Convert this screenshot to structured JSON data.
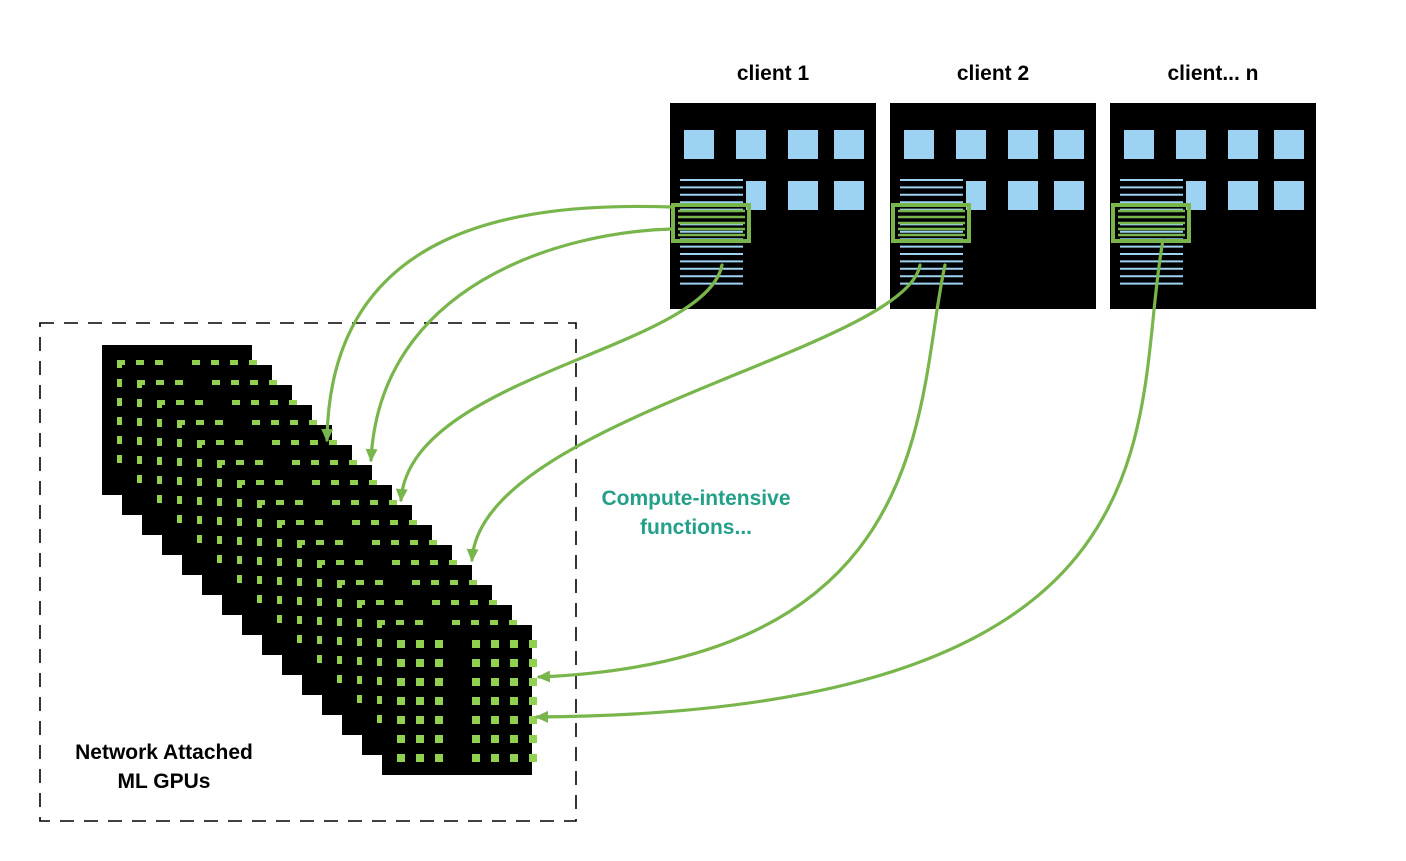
{
  "clients": [
    {
      "label": "client 1"
    },
    {
      "label": "client 2"
    },
    {
      "label": "client... n"
    }
  ],
  "annotation": "Compute-intensive functions...",
  "gpu_group": {
    "caption_line1": "Network Attached",
    "caption_line2": "ML GPUs"
  },
  "colors": {
    "arrow": "#78b64b",
    "tile": "#9dd3f2",
    "gpu_dot": "#92d050",
    "annotation_text": "#23a08a",
    "box": "#000000"
  }
}
